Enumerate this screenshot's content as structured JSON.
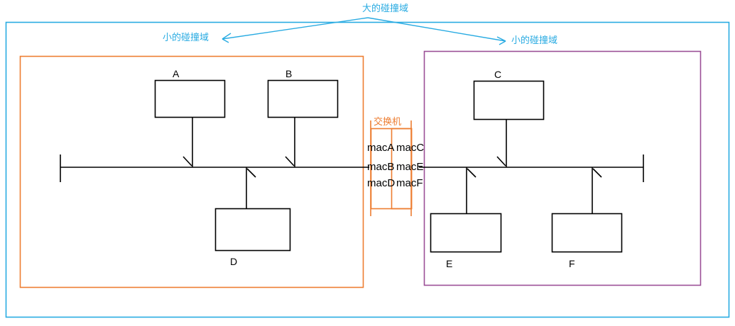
{
  "diagram": {
    "title": "大的碰撞域",
    "domains": {
      "outer": {
        "label": "大的碰撞域",
        "color": "#29ABE2"
      },
      "left": {
        "label": "小的碰撞域",
        "color": "#ED7D31"
      },
      "right": {
        "label": "小的碰撞域",
        "color": "#9B4F96"
      }
    },
    "switch": {
      "label": "交换机",
      "color": "#ED7D31",
      "columns": [
        {
          "name": "left-port-column",
          "entries": [
            "macA",
            "macB",
            "macD"
          ]
        },
        {
          "name": "right-port-column",
          "entries": [
            "macC",
            "macE",
            "macF"
          ]
        }
      ]
    },
    "nodes": [
      {
        "id": "A",
        "label": "A",
        "label_position": "above"
      },
      {
        "id": "B",
        "label": "B",
        "label_position": "above"
      },
      {
        "id": "C",
        "label": "C",
        "label_position": "above"
      },
      {
        "id": "D",
        "label": "D",
        "label_position": "below"
      },
      {
        "id": "E",
        "label": "E",
        "label_position": "below"
      },
      {
        "id": "F",
        "label": "F",
        "label_position": "below"
      }
    ],
    "buses": [
      {
        "name": "left-bus",
        "segment": "A-B-D"
      },
      {
        "name": "right-bus",
        "segment": "C-E-F"
      }
    ]
  }
}
